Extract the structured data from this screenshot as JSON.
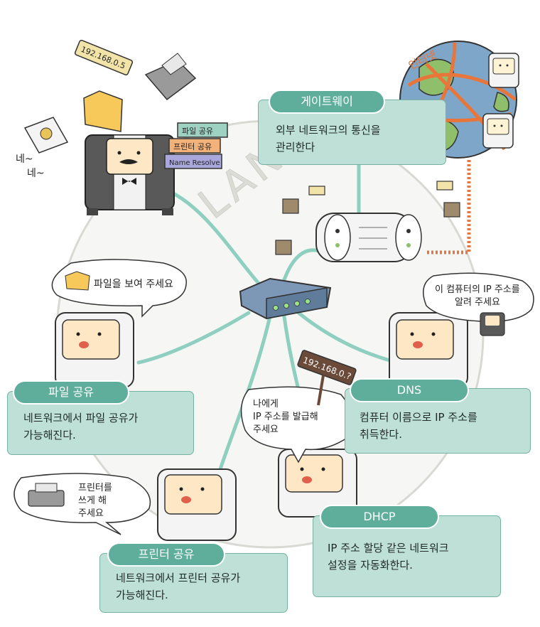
{
  "lan_label": "LAN",
  "internet_label": "인터넷",
  "ip_tag_top": "192.168.0.5",
  "ip_sign": "192.168.0.?",
  "butler": {
    "reply": "네~\n네~",
    "books": [
      "파일 공유",
      "프린터 공유",
      "Name Resolve"
    ]
  },
  "boxes": {
    "gateway": {
      "title": "게이트웨이",
      "body": [
        "외부 네트워크의 통신을",
        "관리한다"
      ]
    },
    "file": {
      "title": "파일 공유",
      "body": [
        "네트워크에서 파일 공유가",
        "가능해진다."
      ]
    },
    "dns": {
      "title": "DNS",
      "body": [
        "컴퓨터 이름으로 IP 주소를",
        "취득한다."
      ]
    },
    "printer": {
      "title": "프린터 공유",
      "body": [
        "네트워크에서 프린터 공유가",
        "가능해진다."
      ]
    },
    "dhcp": {
      "title": "DHCP",
      "body": [
        "IP 주소 할당 같은 네트워크",
        "설정을 자동화한다."
      ]
    }
  },
  "bubbles": {
    "file": "파일을 보여 주세요",
    "dns": [
      "이 컴퓨터의 IP 주소를",
      "알려 주세요"
    ],
    "dhcp": [
      "나에게",
      "IP 주소를 발급해",
      "주세요"
    ],
    "printer": [
      "프린터를",
      "쓰게 해",
      "주세요"
    ]
  },
  "colors": {
    "box_fill": "#bfe0d7",
    "box_border": "#74b3a2",
    "tab_fill": "#5fae9c",
    "cable": "#8fcfc0",
    "internet_line": "#e8763a",
    "hub": "#7d98b6"
  }
}
